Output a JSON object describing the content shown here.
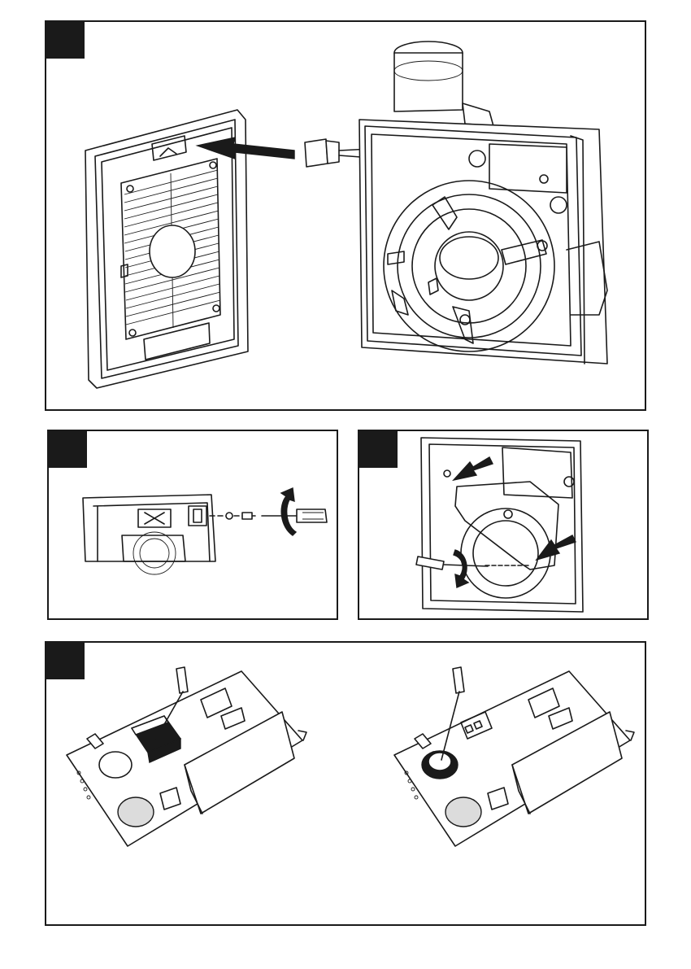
{
  "panels": [
    {
      "id": "step-1",
      "number": ""
    },
    {
      "id": "step-2",
      "number": ""
    },
    {
      "id": "step-3",
      "number": ""
    },
    {
      "id": "step-4",
      "number": ""
    }
  ],
  "colors": {
    "ink": "#1a1a1a",
    "paper": "#ffffff",
    "shade": "#dcdcdc"
  },
  "icons": [
    "arrow-icon",
    "rotate-arrow-icon",
    "screwdriver-icon",
    "connector-icon",
    "potentiometer-icon",
    "dip-switch-icon"
  ]
}
